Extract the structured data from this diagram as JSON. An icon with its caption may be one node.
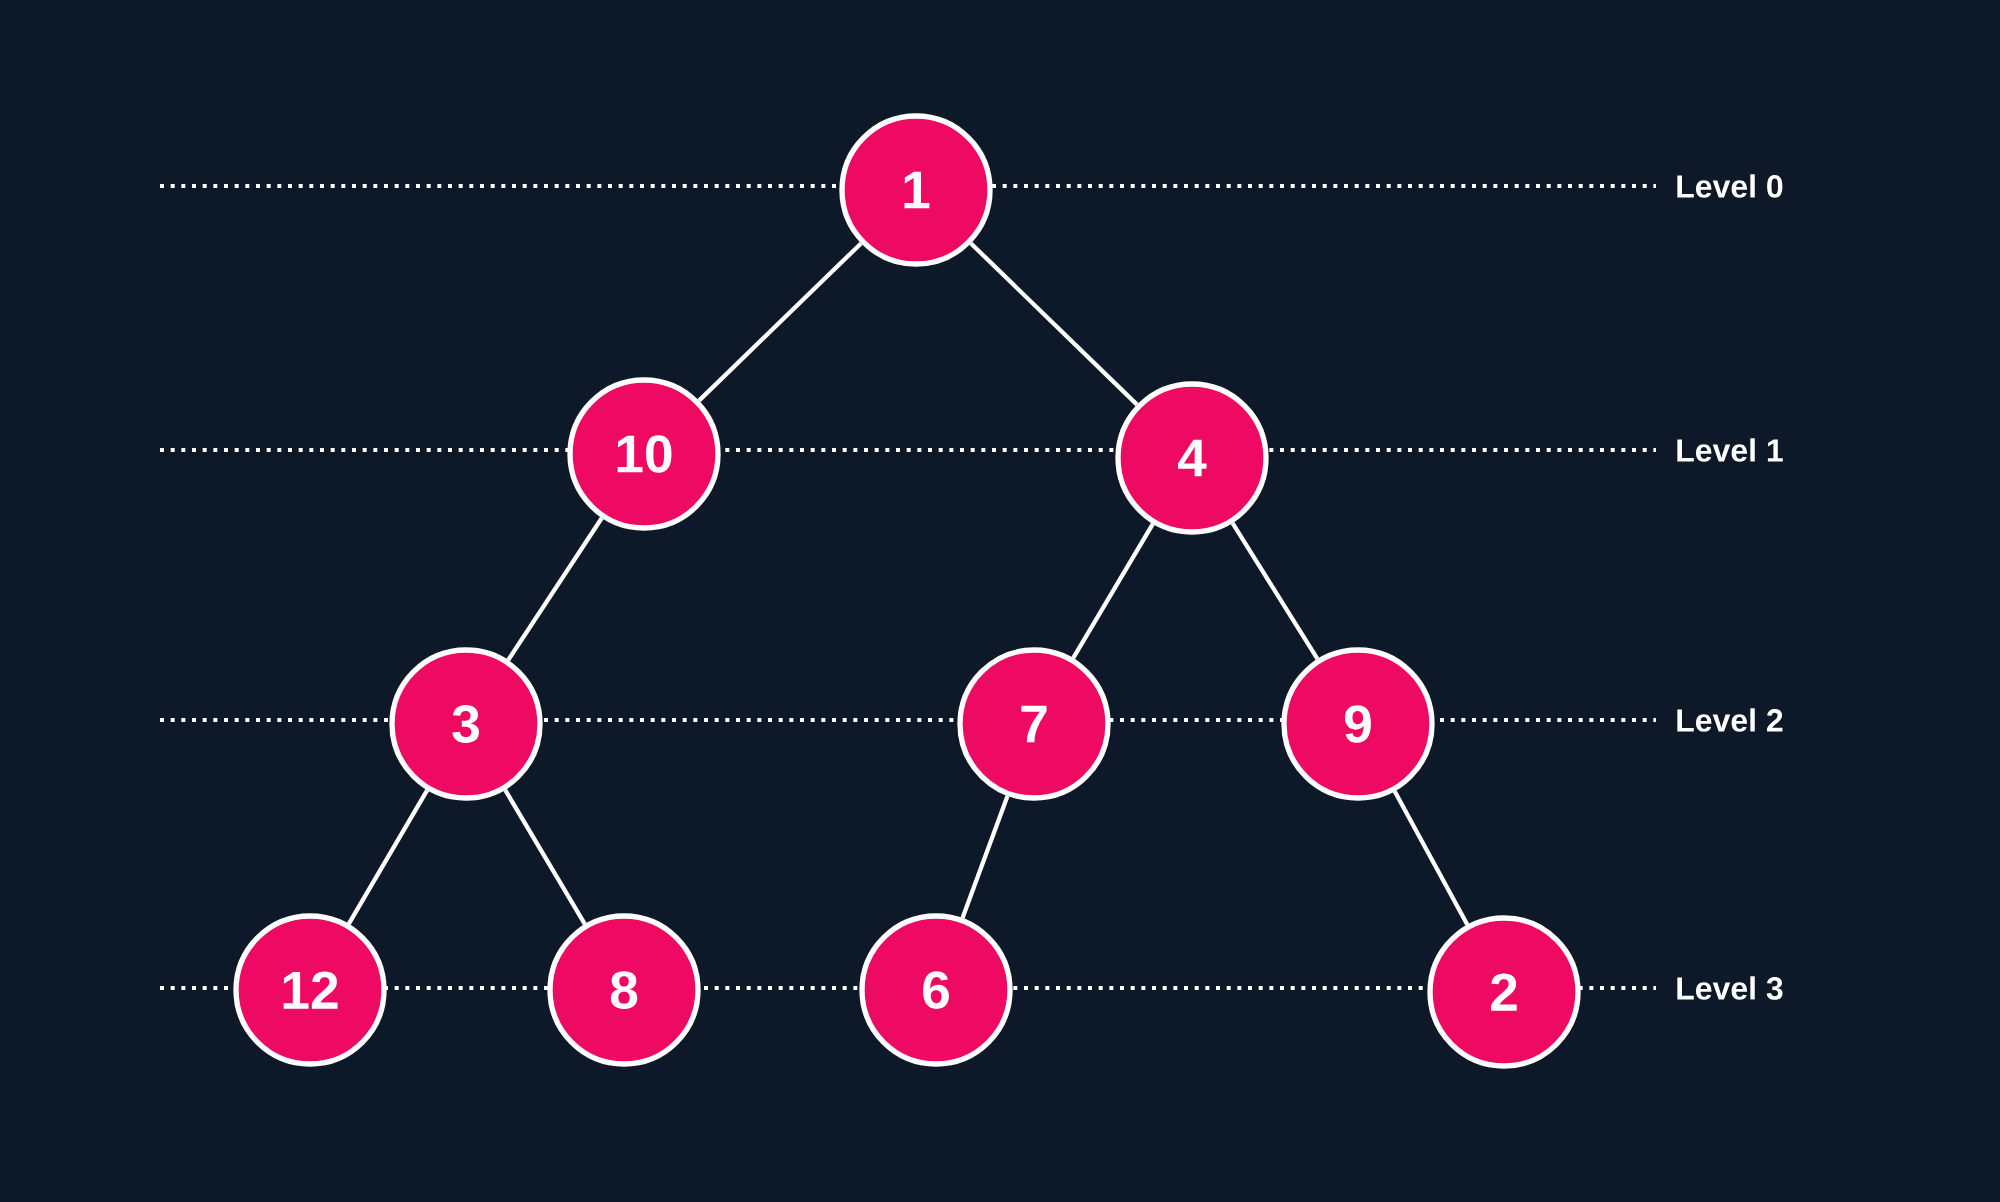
{
  "diagram": {
    "nodes": [
      {
        "text": [
          "1"
        ]
      },
      {
        "text": [
          "10"
        ]
      },
      {
        "text": [
          "4"
        ]
      },
      {
        "text": [
          "3"
        ]
      },
      {
        "text": [
          "7"
        ]
      },
      {
        "text": [
          "9"
        ]
      },
      {
        "text": [
          "12"
        ]
      },
      {
        "text": [
          "8"
        ]
      },
      {
        "text": [
          "6"
        ]
      },
      {
        "text": [
          "2"
        ]
      }
    ],
    "edges": [
      {
        "from": 0,
        "to": 1,
        "arrow": "none"
      },
      {
        "from": 0,
        "to": 2,
        "arrow": "none"
      },
      {
        "from": 1,
        "to": 3,
        "arrow": "none"
      },
      {
        "from": 2,
        "to": 4,
        "arrow": "none"
      },
      {
        "from": 2,
        "to": 5,
        "arrow": "none"
      },
      {
        "from": 3,
        "to": 6,
        "arrow": "none"
      },
      {
        "from": 3,
        "to": 7,
        "arrow": "none"
      },
      {
        "from": 4,
        "to": 8,
        "arrow": "none"
      },
      {
        "from": 5,
        "to": 9,
        "arrow": "none"
      }
    ],
    "labels": [
      "Level 0",
      "Level 1",
      "Level 2",
      "Level 3"
    ]
  }
}
